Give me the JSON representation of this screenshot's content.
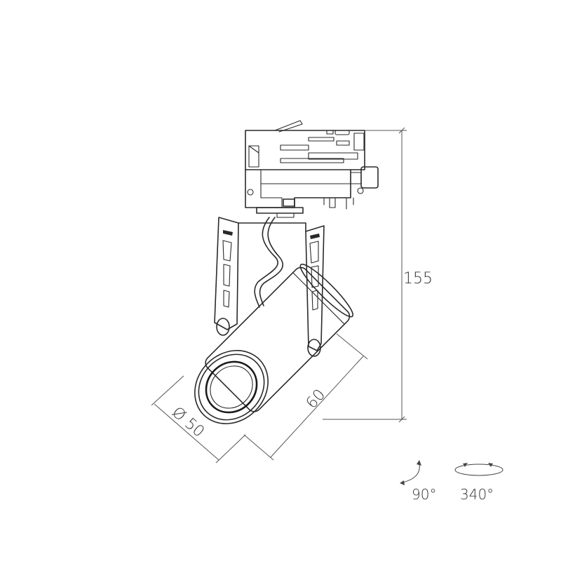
{
  "dimensions": {
    "height_label": "155",
    "length_label": "60",
    "diameter_label": "Ø 50"
  },
  "rotations": {
    "tilt_label": "90°",
    "pan_label": "340°"
  },
  "colors": {
    "line": "#2a2a2a",
    "dimension_line": "#555555",
    "background": "#ffffff"
  }
}
